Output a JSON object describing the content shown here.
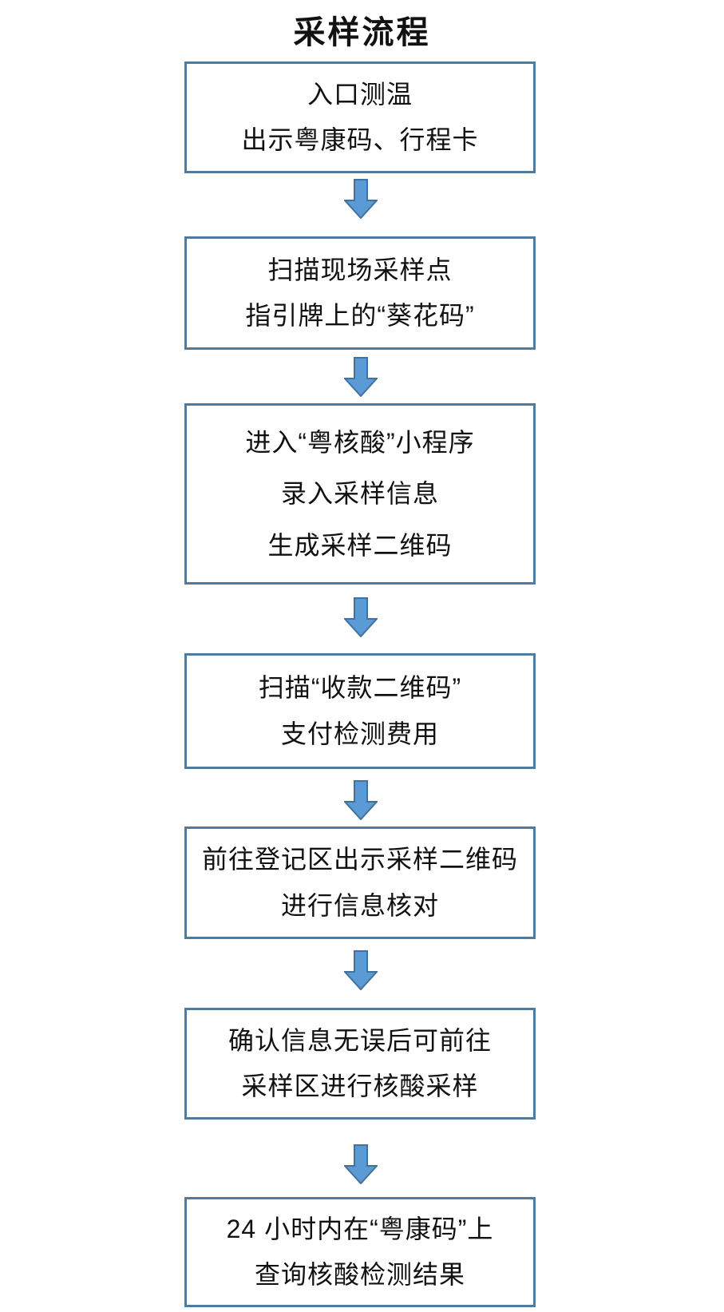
{
  "title": "采样流程",
  "colors": {
    "background": "#ffffff",
    "text": "#111111",
    "box_border": "#4E7CA1",
    "arrow_fill": "#5B9BD5",
    "arrow_stroke": "#41719C"
  },
  "steps": [
    {
      "lines": [
        "入口测温",
        "出示粤康码、行程卡"
      ]
    },
    {
      "lines": [
        "扫描现场采样点",
        "指引牌上的“葵花码”"
      ]
    },
    {
      "lines": [
        "进入“粤核酸”小程序",
        "录入采样信息",
        "生成采样二维码"
      ]
    },
    {
      "lines": [
        "扫描“收款二维码”",
        "支付检测费用"
      ]
    },
    {
      "lines": [
        "前往登记区出示采样二维码",
        "进行信息核对"
      ]
    },
    {
      "lines": [
        "确认信息无误后可前往",
        "采样区进行核酸采样"
      ]
    },
    {
      "lines": [
        "24 小时内在“粤康码”上",
        "查询核酸检测结果"
      ]
    }
  ]
}
